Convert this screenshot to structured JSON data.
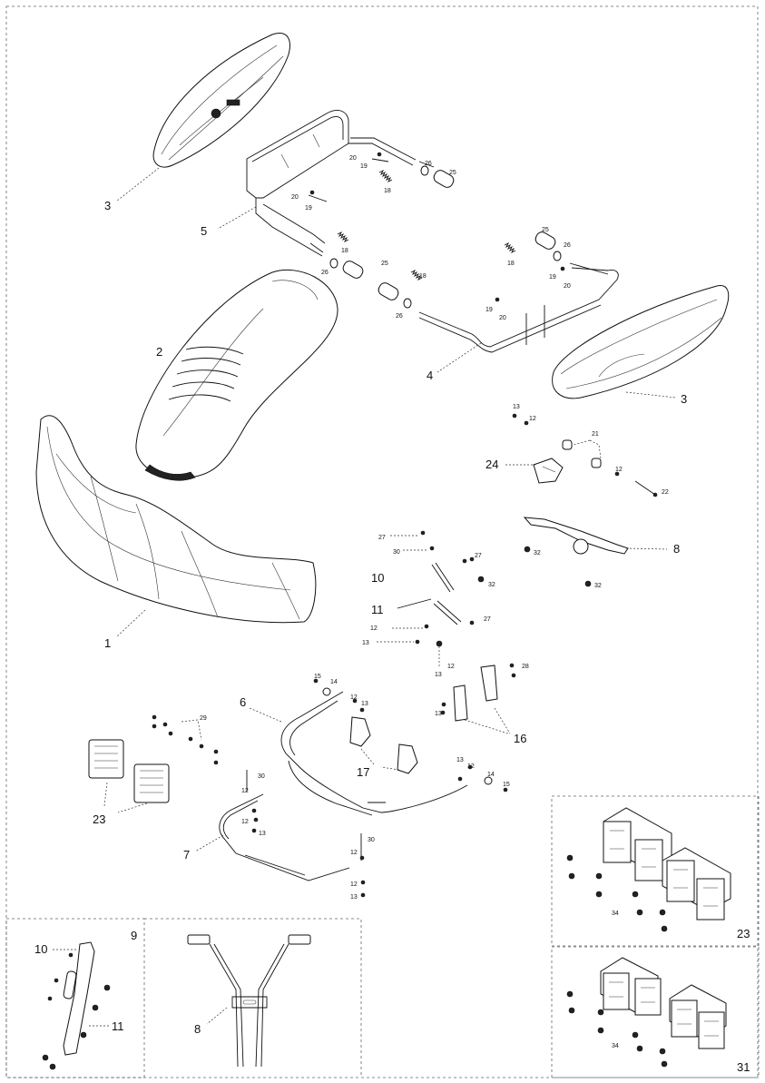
{
  "main_labels": {
    "l1": "1",
    "l2": "2",
    "l3a": "3",
    "l3b": "3",
    "l4": "4",
    "l5": "5",
    "l6": "6",
    "l7": "7",
    "l8": "8",
    "l10": "10",
    "l11": "11",
    "l16": "16",
    "l17": "17",
    "l23": "23",
    "l24": "24"
  },
  "small_labels": {
    "s20a": "20",
    "s19a": "19",
    "s26a": "26",
    "s25a": "25",
    "s18a": "18",
    "s20b": "20",
    "s19b": "19",
    "s18b": "18",
    "s26b": "26",
    "s25b": "25",
    "s18c": "18",
    "s26c": "26",
    "s25c": "25",
    "s26d": "26",
    "s18d": "18",
    "s19c": "19",
    "s20c": "20",
    "s19d": "19",
    "s20d": "20",
    "s13a": "13",
    "s12a": "12",
    "s21": "21",
    "s12b": "12",
    "s22": "22",
    "s27a": "27",
    "s30a": "30",
    "s27b": "27",
    "s32a": "32",
    "s32b": "32",
    "s32c": "32",
    "s27c": "27",
    "s12c": "12",
    "s13b": "13",
    "s12d": "12",
    "s13c": "13",
    "s28": "28",
    "s15a": "15",
    "s14a": "14",
    "s12e": "12",
    "s13d": "13",
    "s13e": "13",
    "s29": "29",
    "s13f": "13",
    "s12f": "12",
    "s14b": "14",
    "s15b": "15",
    "s30b": "30",
    "s12g": "12",
    "s12h": "12",
    "s13g": "13",
    "s30c": "30",
    "s12i": "12",
    "s12j": "12",
    "s13h": "13"
  },
  "insets": {
    "hardware_23": {
      "label": "23",
      "part": "34"
    },
    "hardware_31": {
      "label": "31",
      "part": "34"
    },
    "detail_9": {
      "label": "9",
      "part_a": "10",
      "part_b": "11"
    },
    "detail_8": {
      "label": "8"
    }
  },
  "icons": [
    "bolt-icon",
    "nut-icon",
    "spring-icon",
    "bushing-icon",
    "washer-icon"
  ]
}
